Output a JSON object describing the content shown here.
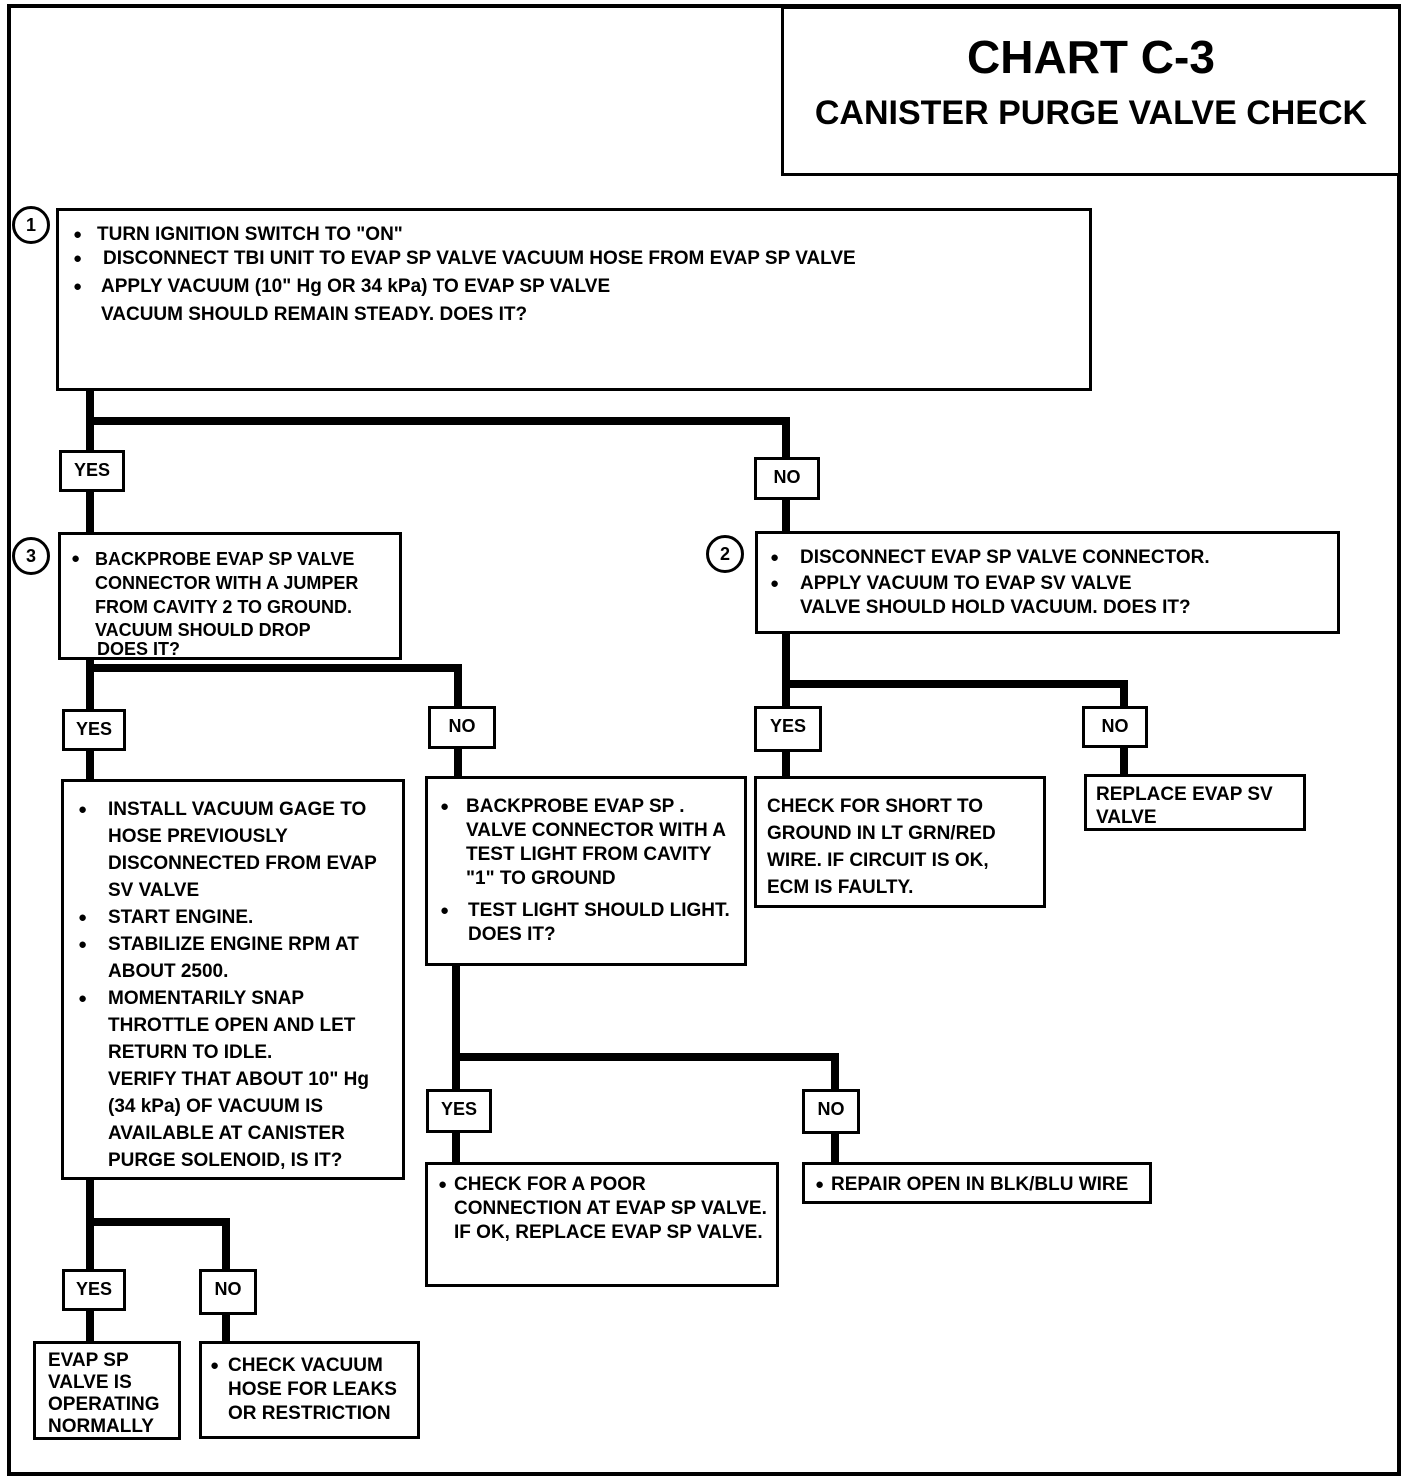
{
  "header": {
    "title": "CHART C-3",
    "subtitle": "CANISTER PURGE VALVE CHECK"
  },
  "steps": {
    "step1": {
      "number": "1",
      "bullets": [
        "TURN IGNITION SWITCH TO \"ON\"",
        "DISCONNECT TBI UNIT TO EVAP SP VALVE VACUUM  HOSE FROM EVAP SP VALVE",
        "APPLY VACUUM (10\" Hg OR 34 kPa) TO EVAP SP VALVE"
      ],
      "question": "VACUUM SHOULD REMAIN STEADY.  DOES IT?"
    },
    "step2": {
      "number": "2",
      "bullets": [
        "DISCONNECT  EVAP SP VALVE  CONNECTOR.",
        "APPLY VACUUM TO  EVAP SV VALVE"
      ],
      "question": "VALVE  SHOULD HOLD VACUUM.  DOES IT?"
    },
    "step3": {
      "number": "3",
      "bullets": [
        "BACKPROBE EVAP SP VALVE CONNECTOR WITH A JUMPER FROM CAVITY 2 TO GROUND."
      ],
      "question_lines": [
        "VACUUM SHOULD DROP",
        "DOES IT?"
      ]
    }
  },
  "labels": {
    "yes": "YES",
    "no": "NO"
  },
  "results": {
    "vacuum_gage": {
      "bullets": [
        "INSTALL VACUUM GAGE TO HOSE PREVIOUSLY DISCONNECTED FROM EVAP SV VALVE",
        "START ENGINE.",
        "STABILIZE ENGINE RPM AT ABOUT 2500.",
        "MOMENTARILY SNAP THROTTLE OPEN AND LET RETURN TO IDLE."
      ],
      "question": "VERIFY THAT ABOUT 10\" Hg (34 kPa) OF VACUUM IS AVAILABLE AT CANISTER PURGE SOLENOID, IS IT?"
    },
    "test_light": {
      "bullets": [
        "BACKPROBE EVAP SP . VALVE CONNECTOR WITH A TEST LIGHT FROM CAVITY \"1\" TO GROUND",
        "TEST LIGHT SHOULD LIGHT.  DOES IT?"
      ]
    },
    "short_to_ground": "CHECK FOR SHORT TO GROUND IN LT GRN/RED WIRE.  IF CIRCUIT IS OK, ECM IS FAULTY.",
    "replace_valve": "REPLACE EVAP SV VALVE",
    "poor_connection": "CHECK FOR A POOR CONNECTION AT EVAP SP VALVE.  IF OK, REPLACE EVAP SP VALVE.",
    "repair_open": "REPAIR OPEN IN BLK/BLU WIRE",
    "operating_normally": "EVAP SP VALVE IS OPERATING NORMALLY",
    "check_hose": "CHECK VACUUM HOSE FOR LEAKS OR RESTRICTION"
  }
}
